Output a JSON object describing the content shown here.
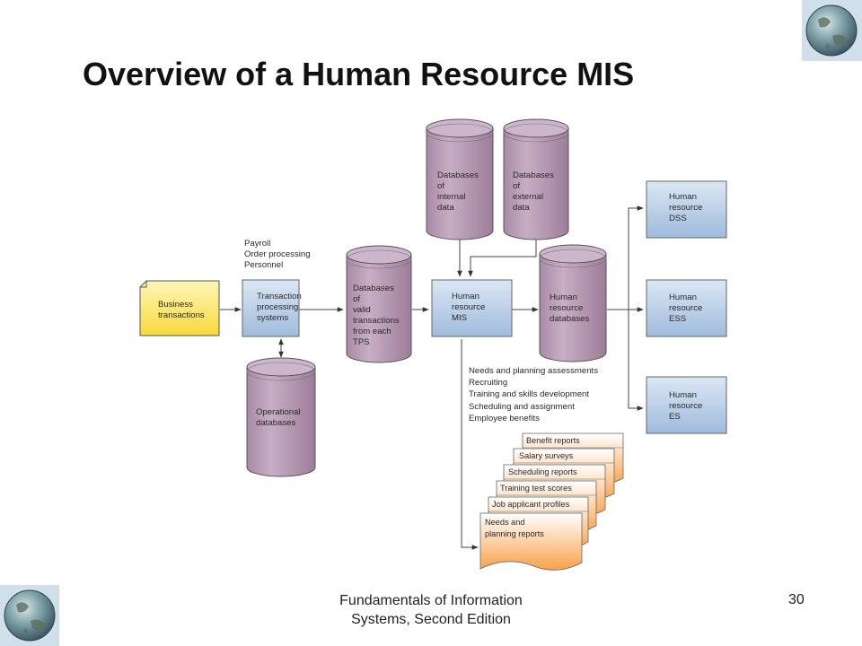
{
  "slide": {
    "title": "Overview of a Human Resource MIS",
    "footer_line1": "Fundamentals of Information",
    "footer_line2": "Systems, Second Edition",
    "page_number": "30"
  },
  "colors": {
    "cylinder": "#b99cb6",
    "cylinder_top": "#cdb5cb",
    "blue_box": "#b7cee6",
    "yellow_doc": "#fde97a",
    "orange_report": "#fbb068"
  },
  "icons": [
    "globe-icon",
    "globe-icon"
  ],
  "diagram": {
    "business_transactions": [
      "Business",
      "transactions"
    ],
    "tps_inputs": [
      "Payroll",
      "Order processing",
      "Personnel"
    ],
    "tps_box": [
      "Transaction",
      "processing",
      "systems"
    ],
    "operational_db": [
      "Operational",
      "databases"
    ],
    "valid_db": [
      "Databases",
      "of",
      "valid",
      "transactions",
      "from each",
      "TPS"
    ],
    "internal_db": [
      "Databases",
      "of",
      "internal",
      "data"
    ],
    "external_db": [
      "Databases",
      "of",
      "external",
      "data"
    ],
    "mis_box": [
      "Human",
      "resource",
      "MIS"
    ],
    "hr_db": [
      "Human",
      "resource",
      "databases"
    ],
    "dss_box": [
      "Human",
      "resource",
      "DSS"
    ],
    "ess_box": [
      "Human",
      "resource",
      "ESS"
    ],
    "es_box": [
      "Human",
      "resource",
      "ES"
    ],
    "subsystems": [
      "Needs and planning assessments",
      "Recruiting",
      "Training and skills development",
      "Scheduling and assignment",
      "Employee benefits"
    ],
    "reports": [
      "Benefit reports",
      "Salary surveys",
      "Scheduling reports",
      "Training test scores",
      "Job applicant profiles"
    ],
    "front_report": [
      "Needs and",
      "planning reports"
    ]
  }
}
